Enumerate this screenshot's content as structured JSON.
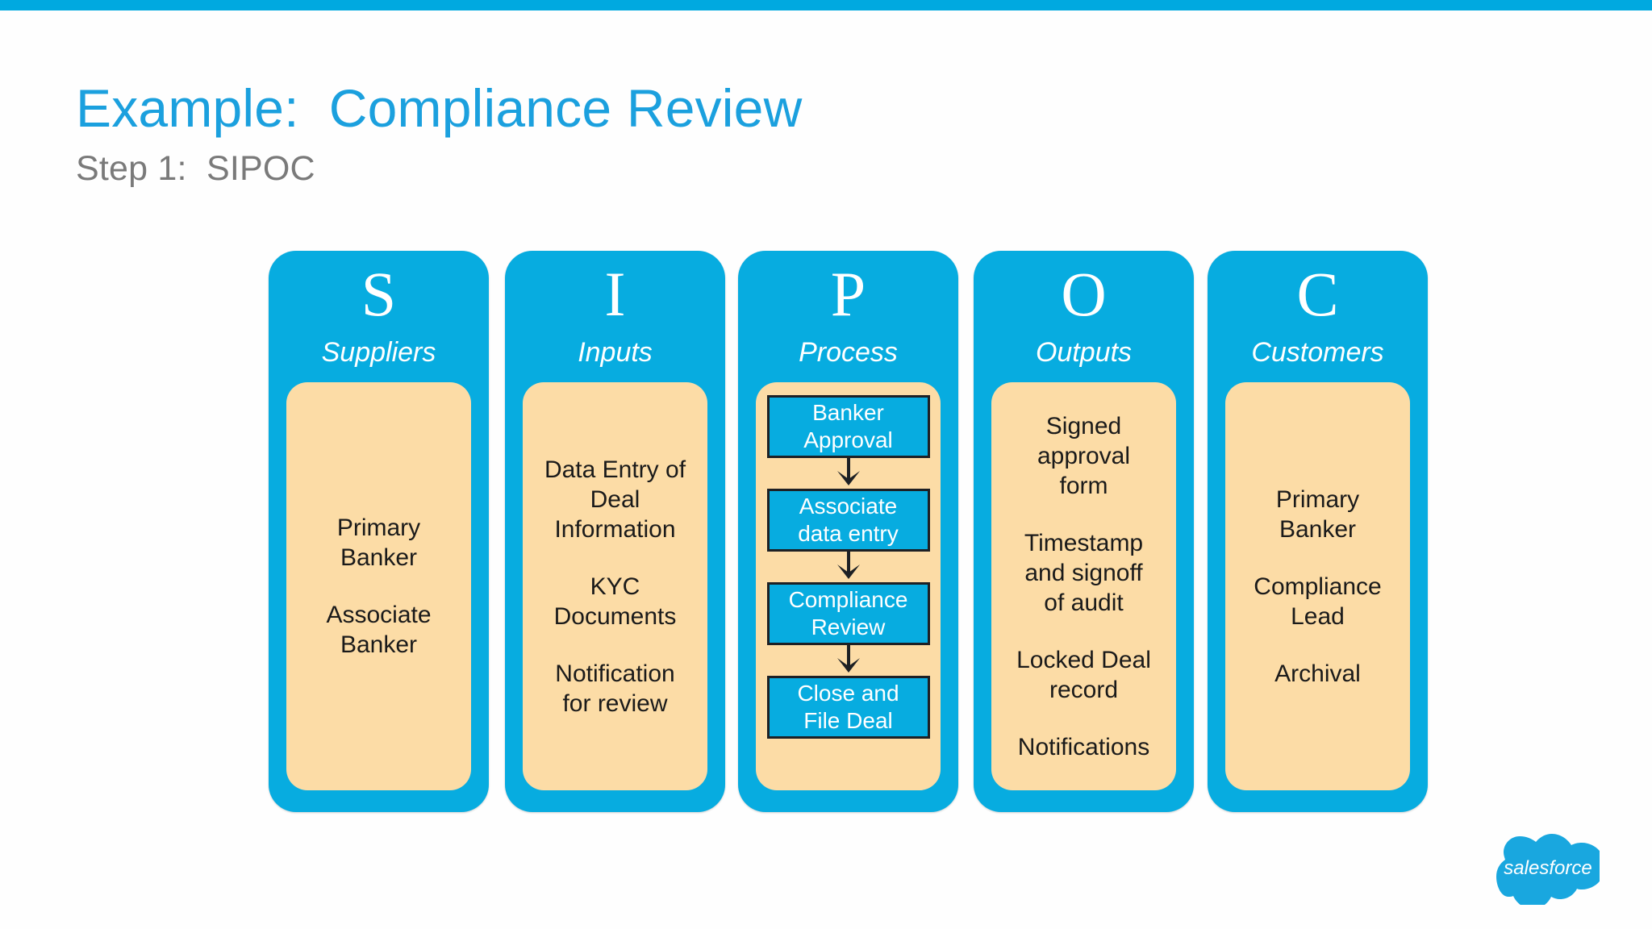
{
  "header": {
    "title": "Example:  Compliance Review",
    "subtitle": "Step 1:  SIPOC"
  },
  "theme": {
    "accent_blue": "#00A9E0",
    "card_blue": "#07ACE0",
    "title_blue": "#1BA0DE",
    "subtitle_gray": "#7A7A7A",
    "card_cream": "#FCDCA6",
    "box_outline": "#1d2024"
  },
  "sipoc": {
    "columns": [
      {
        "letter": "S",
        "word": "Suppliers",
        "items": [
          "Primary\nBanker",
          "Associate\nBanker"
        ]
      },
      {
        "letter": "I",
        "word": "Inputs",
        "items": [
          "Data Entry of\nDeal\nInformation",
          "KYC\nDocuments",
          "Notification\nfor review"
        ]
      },
      {
        "letter": "P",
        "word": "Process",
        "steps": [
          "Banker\nApproval",
          "Associate\ndata entry",
          "Compliance\nReview",
          "Close and\nFile Deal"
        ]
      },
      {
        "letter": "O",
        "word": "Outputs",
        "items": [
          "Signed\napproval\nform",
          "Timestamp\nand signoff\nof audit",
          "Locked Deal\nrecord",
          "Notifications"
        ]
      },
      {
        "letter": "C",
        "word": "Customers",
        "items": [
          "Primary\nBanker",
          "Compliance\nLead",
          "Archival"
        ]
      }
    ]
  },
  "branding": {
    "logo_text": "salesforce"
  }
}
